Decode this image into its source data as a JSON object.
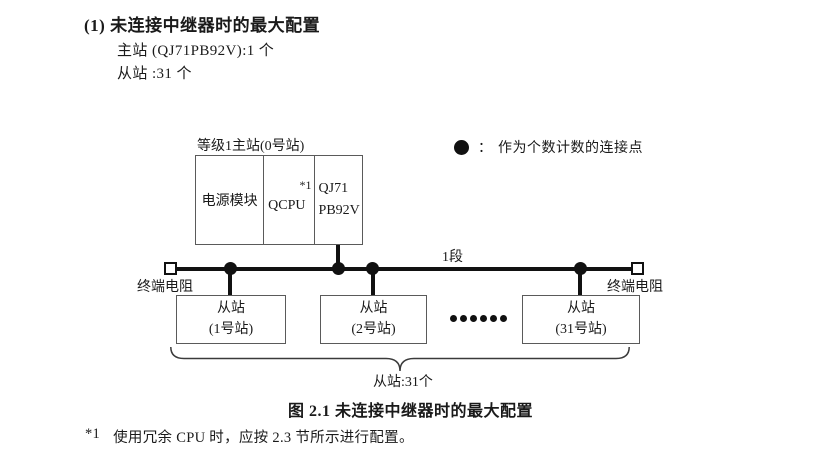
{
  "header": {
    "title": "(1) 未连接中继器时的最大配置",
    "master_line": "主站 (QJ71PB92V):1 个",
    "slave_line": "从站 :31 个"
  },
  "diagram": {
    "master_label": "等级1主站(0号站)",
    "master_cells": {
      "power": "电源模块",
      "cpu": "QCPU",
      "cpu_note": "*1",
      "network_line1": "QJ71",
      "network_line2": "PB92V"
    },
    "legend": {
      "separator": "：",
      "label": "作为个数计数的连接点"
    },
    "segment_label": "1段",
    "terminator_left_label": "终端电阻",
    "terminator_right_label": "终端电阻",
    "slaves": [
      {
        "line1": "从站",
        "line2": "(1号站)"
      },
      {
        "line1": "从站",
        "line2": "(2号站)"
      },
      {
        "line1": "从站",
        "line2": "(31号站)"
      }
    ],
    "brace_label": "从站:31个"
  },
  "caption": "图 2.1 未连接中继器时的最大配置",
  "footnote": {
    "marker": "*1",
    "text": "使用冗余 CPU 时，应按 2.3 节所示进行配置。"
  },
  "colors": {
    "text": "#1a1a1a",
    "line": "#111111",
    "box_border": "#5a5a5a",
    "background": "#ffffff"
  }
}
